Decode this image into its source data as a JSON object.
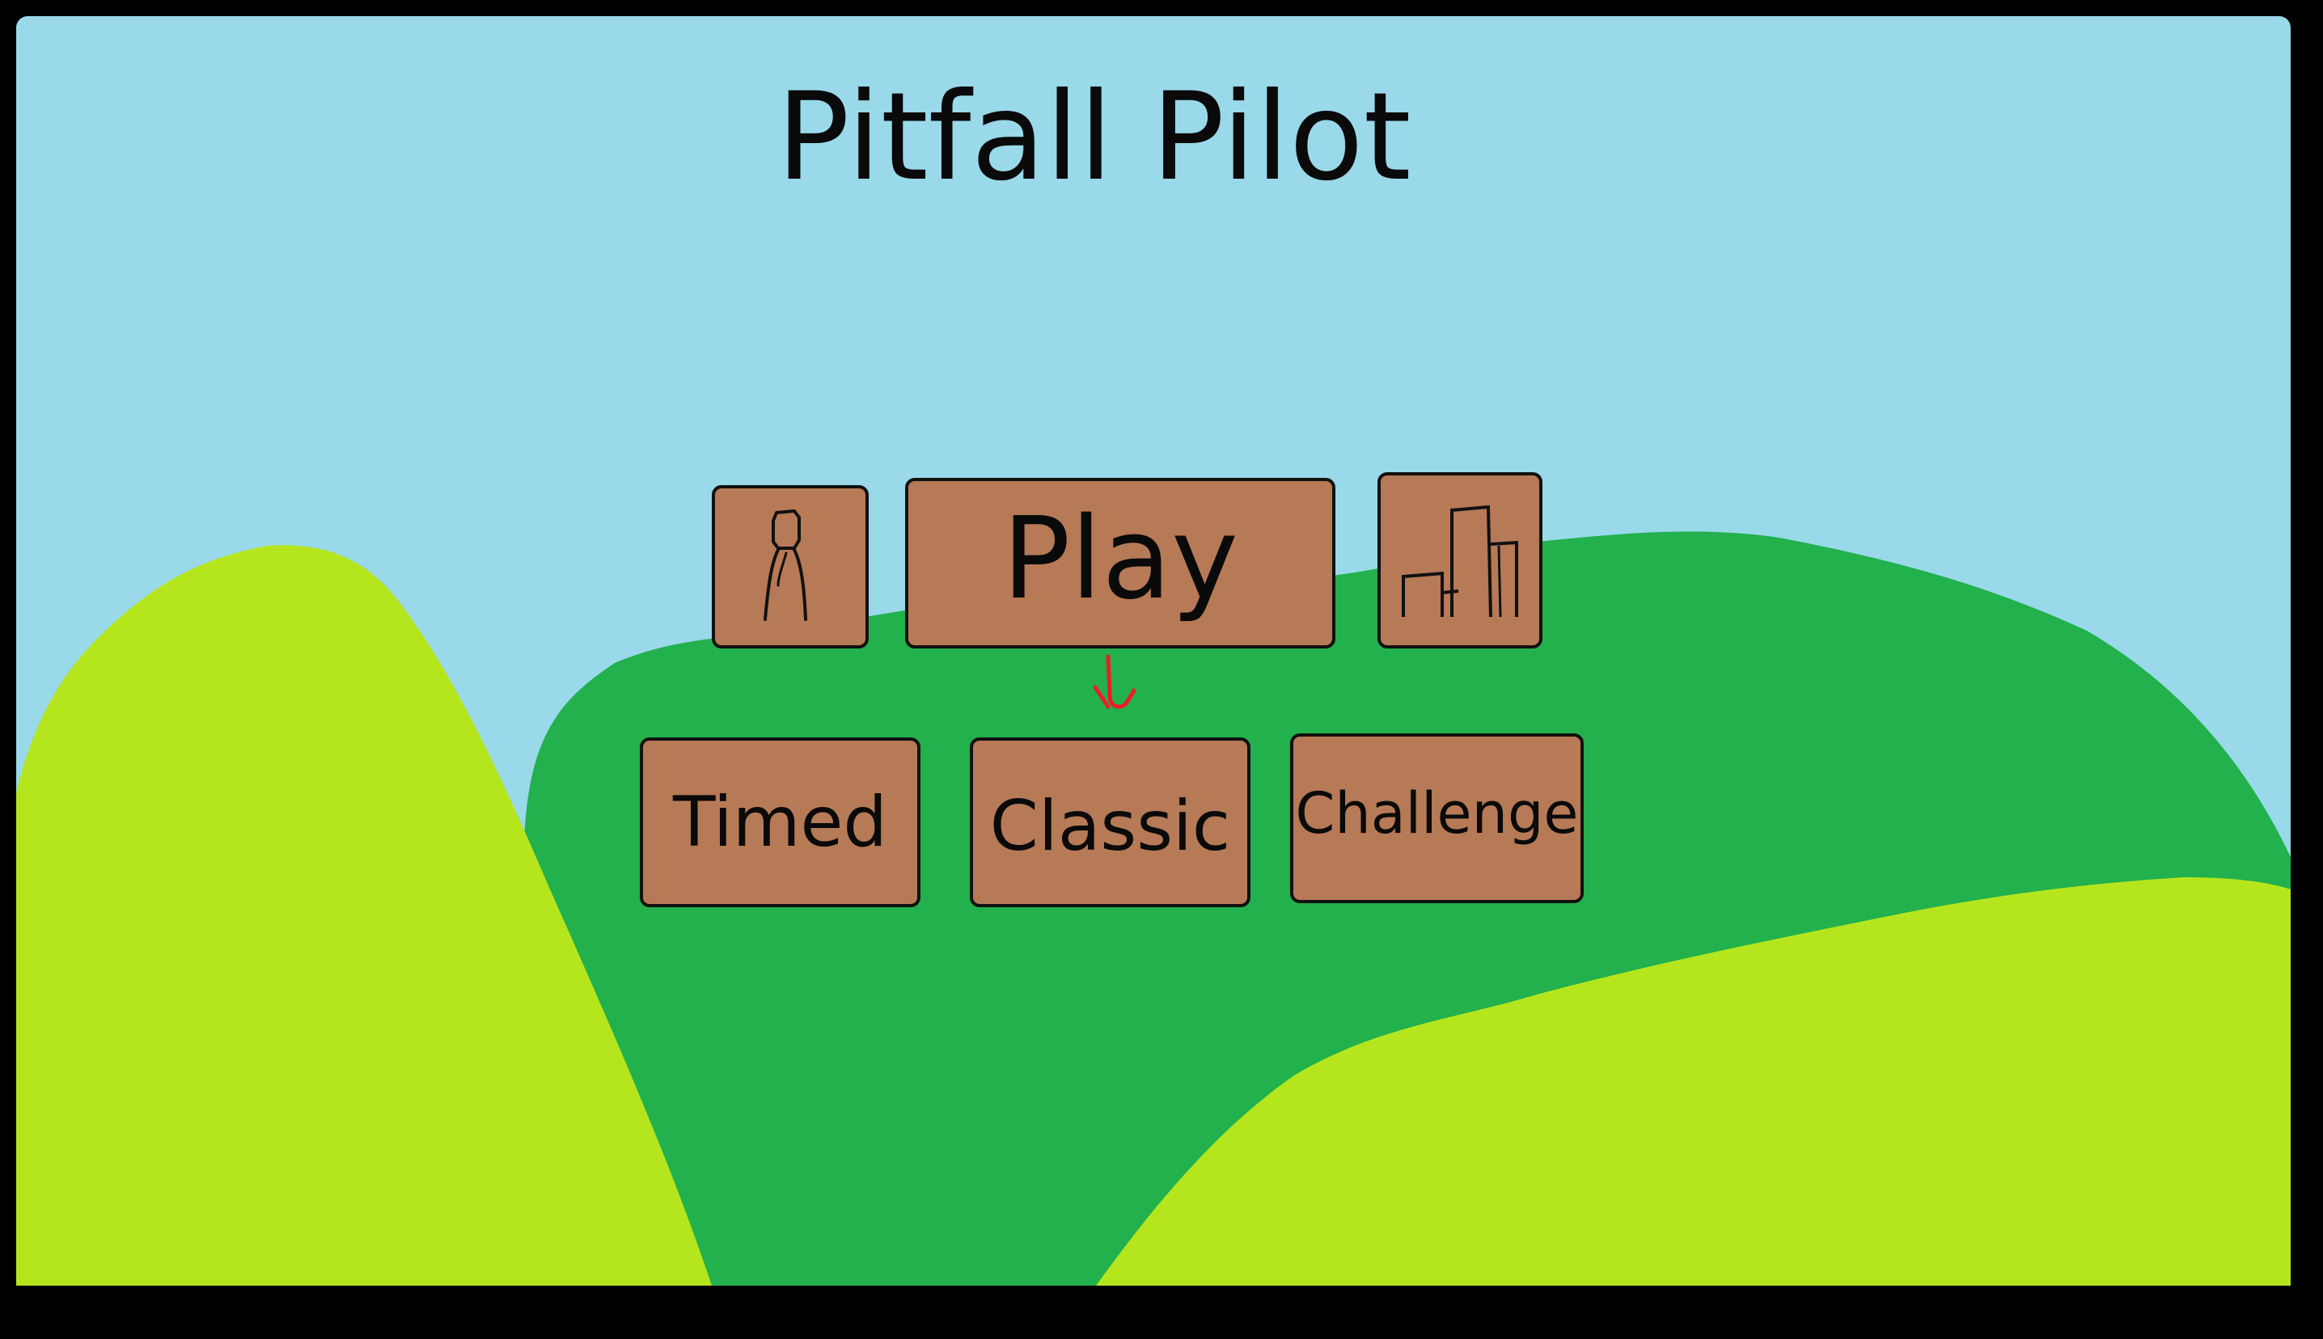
{
  "game": {
    "title": "Pitfall Pilot"
  },
  "menu": {
    "character_button_icon": "character-outline-icon",
    "play_label": "Play",
    "city_button_icon": "city-buildings-icon",
    "modes": {
      "timed_label": "Timed",
      "classic_label": "Classic",
      "challenge_label": "Challenge"
    },
    "selection_arrow_icon": "down-arrow-icon"
  },
  "colors": {
    "sky": "#99d9ea",
    "dark_hill": "#22b14c",
    "light_hill": "#b5e61d",
    "button_fill": "#b77a56",
    "button_border": "#111111",
    "arrow": "#ed1c24",
    "frame": "#000000"
  }
}
